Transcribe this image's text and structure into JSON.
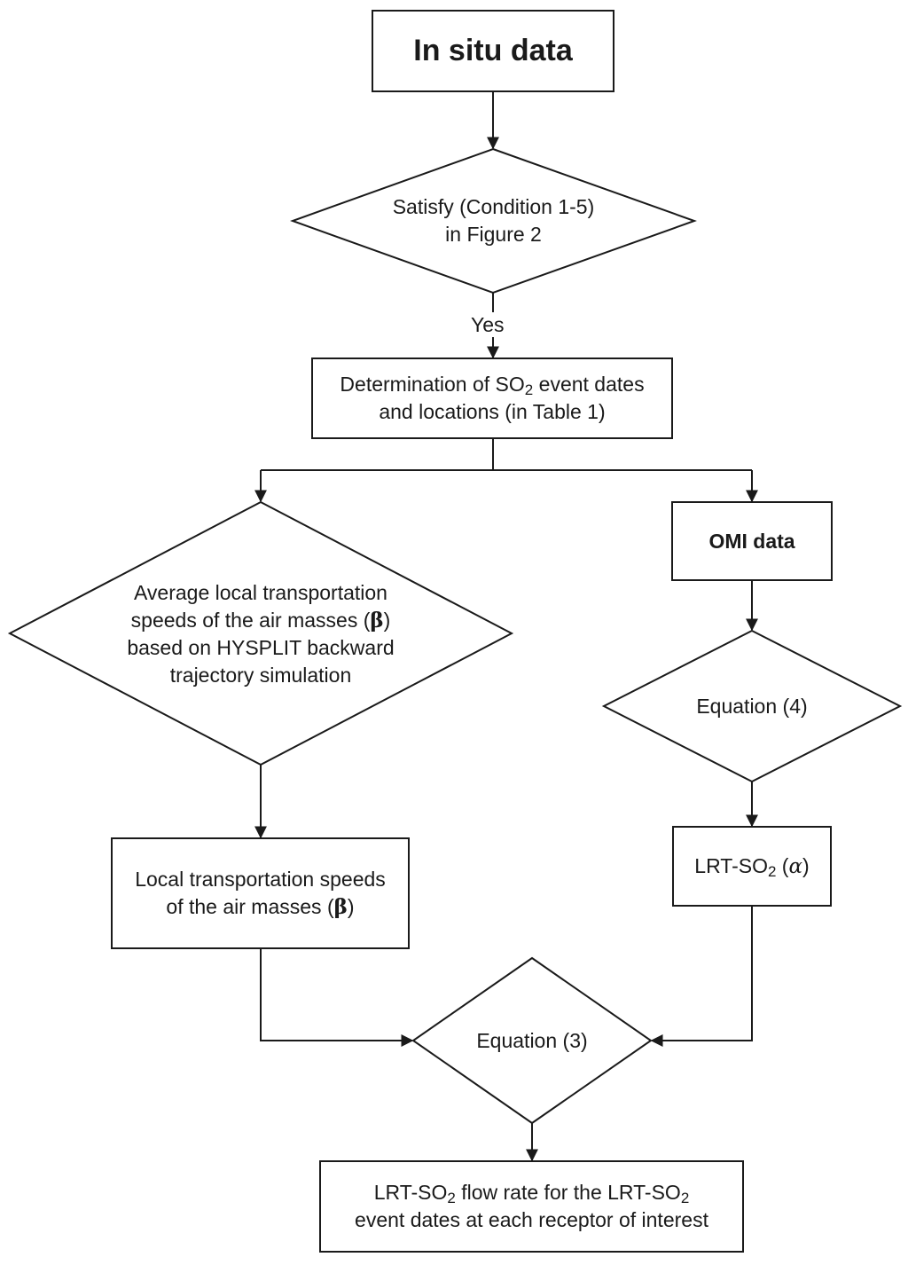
{
  "nodes": {
    "in_situ": {
      "text": "In situ data"
    },
    "satisfy": {
      "line1": "Satisfy (Condition 1-5)",
      "line2": "in Figure 2"
    },
    "yes_label": "Yes",
    "determination": {
      "line1_pre": "Determination of SO",
      "line1_sub": "2",
      "line1_post": " event dates",
      "line2": "and locations (in Table 1)"
    },
    "omi": {
      "text": "OMI data"
    },
    "average": {
      "line1": "Average local transportation",
      "line2_pre": "speeds of the air masses (",
      "line2_sym": "β",
      "line2_post": ")",
      "line3": "based on HYSPLIT backward",
      "line4": "trajectory simulation"
    },
    "equation4": {
      "text": "Equation (4)"
    },
    "local": {
      "line1": "Local transportation speeds",
      "line2_pre": "of the air masses (",
      "line2_sym": "β",
      "line2_post": ")"
    },
    "lrt_alpha": {
      "pre": "LRT-SO",
      "sub": "2",
      "mid": " (",
      "sym": "α",
      "post": ")"
    },
    "equation3": {
      "text": "Equation (3)"
    },
    "final": {
      "l1_a": "LRT-SO",
      "l1_sub1": "2",
      "l1_b": " flow rate for the LRT-SO",
      "l1_sub2": "2",
      "line2": "event dates at each receptor of interest"
    }
  },
  "colors": {
    "stroke": "#1a1a1a",
    "background": "#ffffff"
  }
}
